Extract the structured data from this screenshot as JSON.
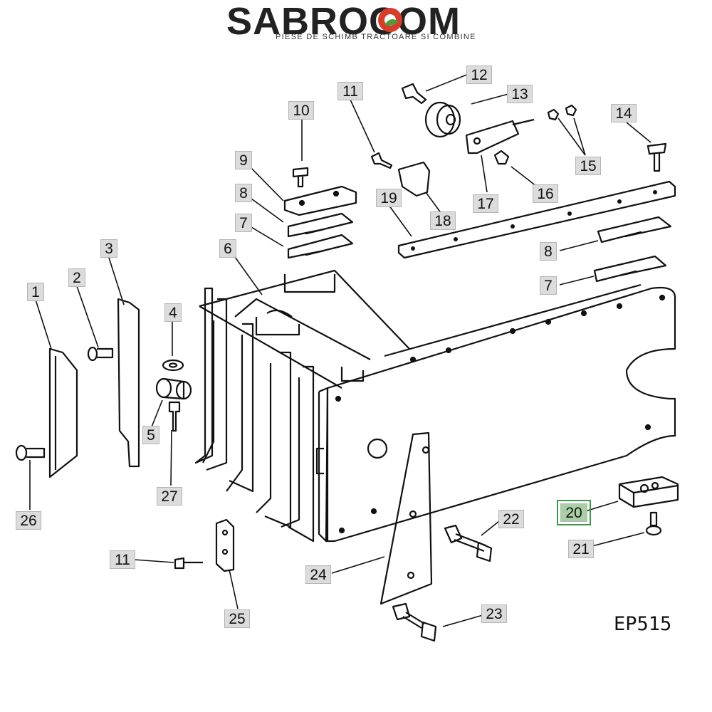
{
  "logo": {
    "brand": "SABROCOM",
    "tagline": "PIESE DE SCHIMB TRACTOARE SI COMBINE",
    "accent": "#d63d2a",
    "leaf": "#4f9a3a"
  },
  "diagram": {
    "code": "EP515",
    "highlight_color": "#3d9a4a",
    "labels": {
      "p1": "1",
      "p2": "2",
      "p3": "3",
      "p4": "4",
      "p5": "5",
      "p6": "6",
      "p7a": "7",
      "p7b": "7",
      "p8a": "8",
      "p8b": "8",
      "p9": "9",
      "p10": "10",
      "p11a": "11",
      "p11b": "11",
      "p12": "12",
      "p13": "13",
      "p14": "14",
      "p15": "15",
      "p16": "16",
      "p17": "17",
      "p18": "18",
      "p19": "19",
      "p20": "20",
      "p21": "21",
      "p22": "22",
      "p23": "23",
      "p24": "24",
      "p25": "25",
      "p26": "26",
      "p27": "27"
    },
    "selected_part": "20"
  }
}
